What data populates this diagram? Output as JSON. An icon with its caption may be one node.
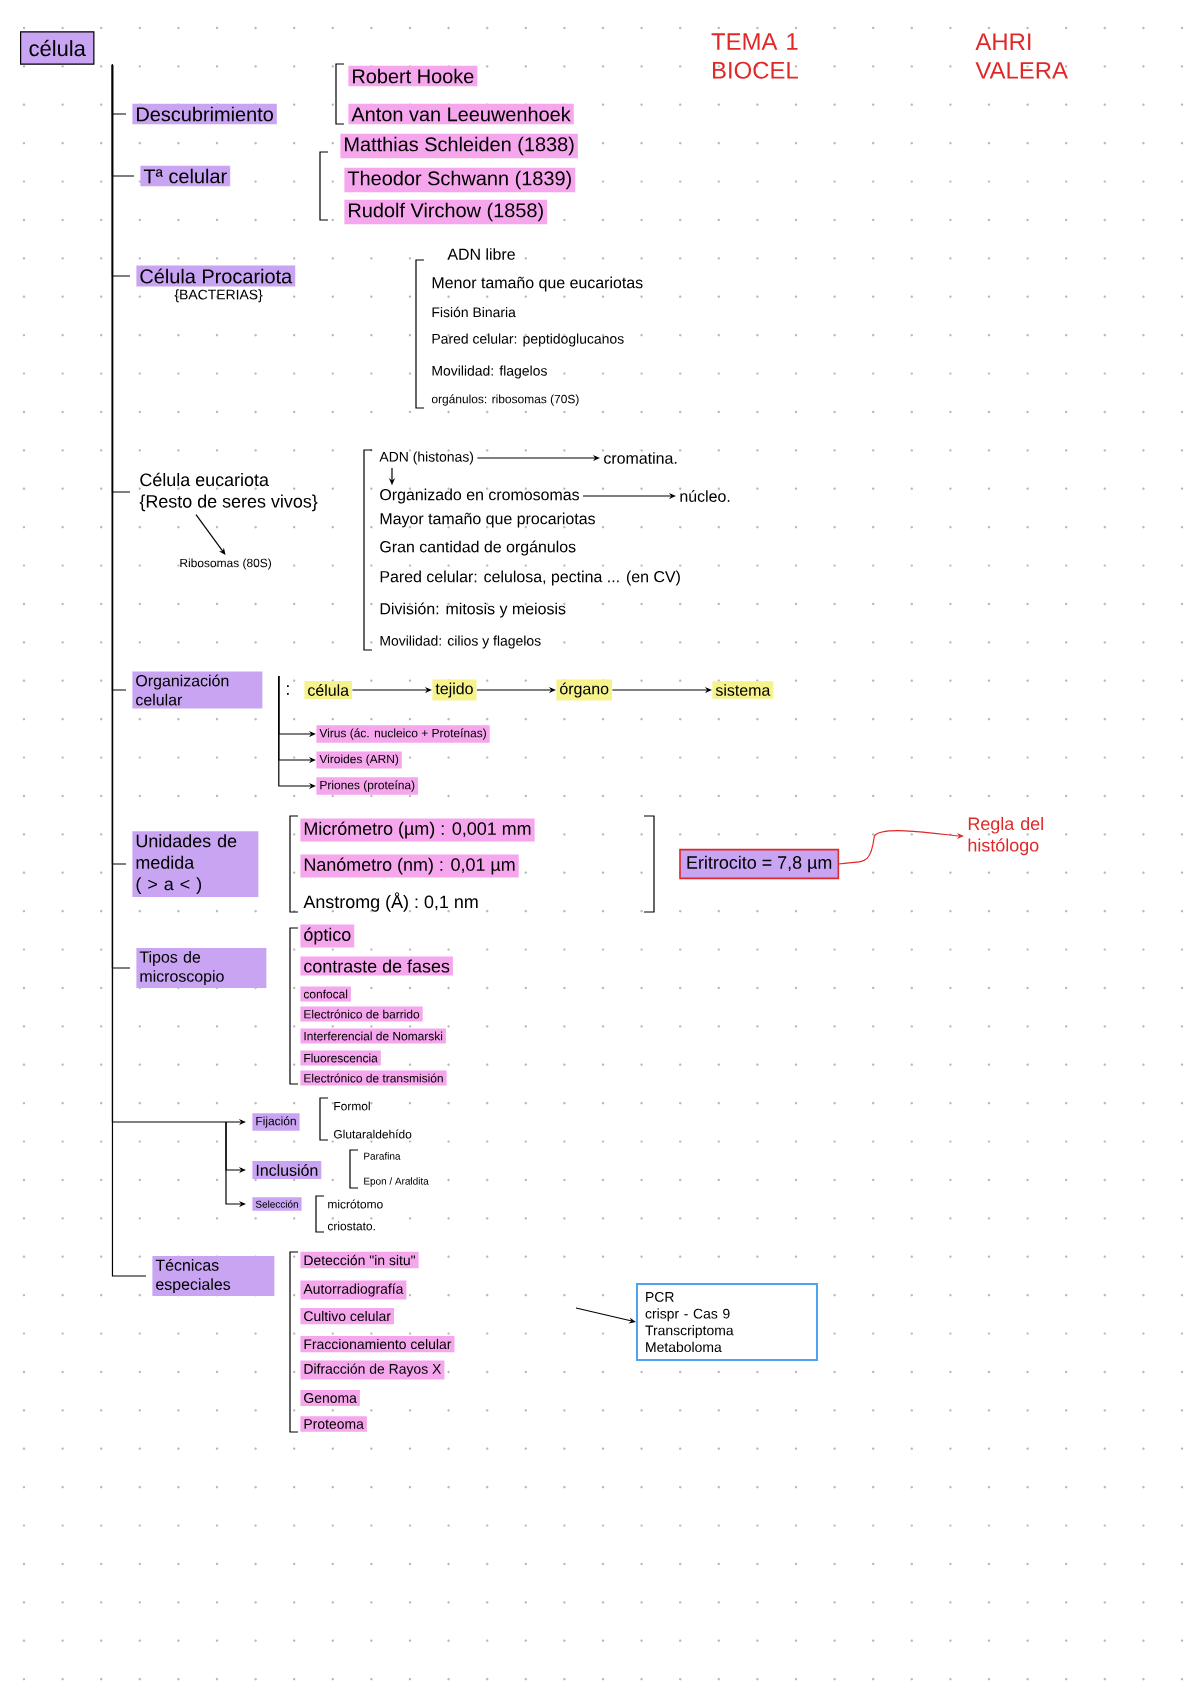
{
  "diagram": {
    "title": "TEMA 1 BIOCEL",
    "nodes": [
      {
        "text": [
          "célula"
        ]
      },
      {
        "text": [
          "Descubrimiento"
        ]
      },
      {
        "text": [
          "Tª celular"
        ]
      },
      {
        "text": [
          "Célula Procariota"
        ],
        "beside": [
          "{BACTERIAS}"
        ]
      },
      {
        "text": [
          "Célula eucariota",
          "{Resto de seres vivos}"
        ]
      },
      {
        "text": [
          "Ribosomas (80S)"
        ]
      },
      {
        "text": [
          "ADN (histonas)"
        ]
      },
      {
        "text": [
          "cromatina."
        ]
      },
      {
        "text": [
          "Organizado en cromosomas"
        ]
      },
      {
        "text": [
          "núcleo."
        ]
      },
      {
        "text": [
          "Organización celular"
        ]
      },
      {
        "text": [
          "célula"
        ]
      },
      {
        "text": [
          "tejido"
        ]
      },
      {
        "text": [
          "órgano"
        ]
      },
      {
        "text": [
          "sistema"
        ]
      },
      {
        "text": [
          "Virus (ác. nucleico + Proteínas)"
        ]
      },
      {
        "text": [
          "Viroides (ARN)"
        ]
      },
      {
        "text": [
          "Priones (proteína)"
        ]
      },
      {
        "text": [
          "Unidades de medida",
          "( > a < )"
        ]
      },
      {
        "text": [
          "Eritrocito = 7,8 µm"
        ]
      },
      {
        "text": [
          "Regla del histólogo"
        ]
      },
      {
        "text": [
          "Tipos de microscopio"
        ]
      },
      {
        "text": [
          "Fijación"
        ]
      },
      {
        "text": [
          "Inclusión"
        ]
      },
      {
        "text": [
          "Selección"
        ]
      },
      {
        "text": [
          "Técnicas especiales"
        ]
      },
      {
        "text": [
          "PCR",
          "crispr - Cas 9",
          "Transcriptoma",
          "Metaboloma"
        ]
      }
    ],
    "edges": [
      {
        "from": 0,
        "to": 1,
        "arrow": "none"
      },
      {
        "from": 0,
        "to": 2,
        "arrow": "none"
      },
      {
        "from": 0,
        "to": 3,
        "arrow": "none"
      },
      {
        "from": 0,
        "to": 4,
        "arrow": "none"
      },
      {
        "from": 0,
        "to": 10,
        "arrow": "none"
      },
      {
        "from": 0,
        "to": 18,
        "arrow": "none"
      },
      {
        "from": 0,
        "to": 21,
        "arrow": "none"
      },
      {
        "from": 0,
        "to": 22,
        "arrow": "to"
      },
      {
        "from": 0,
        "to": 23,
        "arrow": "to"
      },
      {
        "from": 0,
        "to": 24,
        "arrow": "to"
      },
      {
        "from": 0,
        "to": 25,
        "arrow": "none"
      },
      {
        "from": 4,
        "to": 5,
        "arrow": "to"
      },
      {
        "from": 6,
        "to": 7,
        "arrow": "to"
      },
      {
        "from": 6,
        "to": 8,
        "arrow": "to"
      },
      {
        "from": 8,
        "to": 9,
        "arrow": "to"
      },
      {
        "from": 11,
        "to": 12,
        "arrow": "to"
      },
      {
        "from": 12,
        "to": 13,
        "arrow": "to"
      },
      {
        "from": 13,
        "to": 14,
        "arrow": "to"
      },
      {
        "from": 10,
        "to": 15,
        "arrow": "to"
      },
      {
        "from": 10,
        "to": 16,
        "arrow": "to"
      },
      {
        "from": 10,
        "to": 17,
        "arrow": "to"
      },
      {
        "from": 19,
        "to": 20,
        "arrow": "to",
        "color": "#e02828"
      },
      {
        "from": null,
        "to": 26,
        "arrow": "to"
      }
    ],
    "labels": [
      "AHRI VALERA",
      "Robert Hooke",
      "Anton van Leeuwenhoek",
      "Matthias Schleiden (1838)",
      "Theodor Schwann (1839)",
      "Rudolf Virchow (1858)",
      "ADN libre",
      "Menor tamaño que eucariotas",
      "Fisión Binaria",
      "Pared celular: peptidoglucanos",
      "Movilidad: flagelos",
      "orgánulos: ribosomas (70S)",
      "Mayor tamaño que procariotas",
      "Gran cantidad de orgánulos",
      "Pared celular: celulosa, pectina ... (en CV)",
      "División: mitosis y meiosis",
      "Movilidad: cilios y flagelos",
      ":",
      "Micrómetro (µm) : 0,001 mm",
      "Nanómetro (nm) : 0,01 µm",
      "Anstromg (Å) : 0,1 nm",
      "óptico",
      "contraste de fases",
      "confocal",
      "Electrónico de barrido",
      "Interferencial de Nomarski",
      "Fluorescencia",
      "Electrónico de transmisión",
      "Formol",
      "Glutaraldehído",
      "Parafina",
      "Epon / Araldita",
      "micrótomo",
      "criostato.",
      "Detección \"in situ\"",
      "Autorradiografía",
      "Cultivo celular",
      "Fraccionamiento celular",
      "Difracción de Rayos X",
      "Genoma",
      "Proteoma"
    ]
  }
}
